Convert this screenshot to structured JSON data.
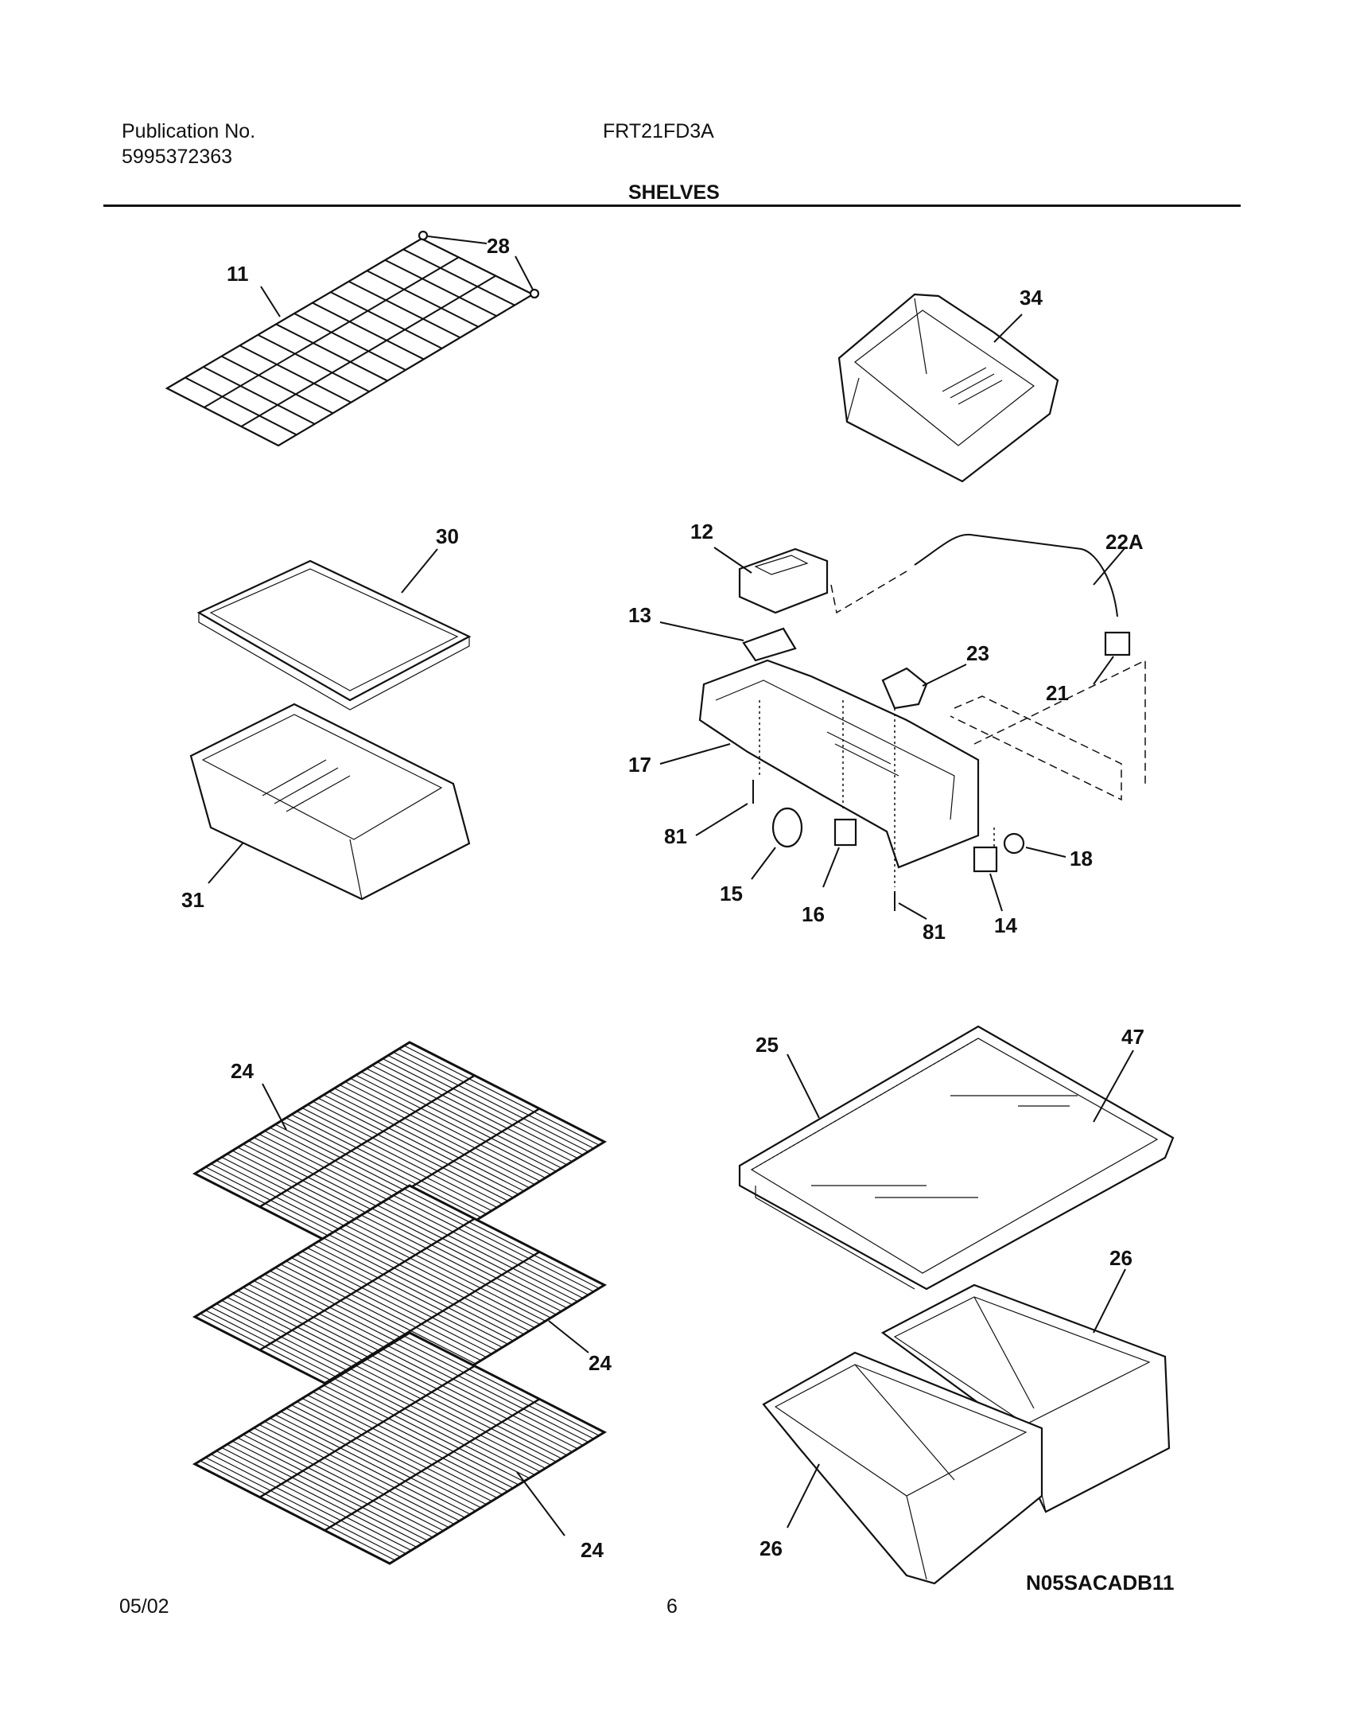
{
  "header": {
    "publication_label": "Publication No.",
    "publication_number": "5995372363",
    "model": "FRT21FD3A",
    "section_title": "SHELVES"
  },
  "footer": {
    "date": "05/02",
    "page_number": "6"
  },
  "diagram": {
    "code": "N05SACADB11",
    "callouts": [
      {
        "id": "c11",
        "label": "11"
      },
      {
        "id": "c28",
        "label": "28"
      },
      {
        "id": "c34",
        "label": "34"
      },
      {
        "id": "c30",
        "label": "30"
      },
      {
        "id": "c31",
        "label": "31"
      },
      {
        "id": "c12",
        "label": "12"
      },
      {
        "id": "c22A",
        "label": "22A"
      },
      {
        "id": "c13",
        "label": "13"
      },
      {
        "id": "c23",
        "label": "23"
      },
      {
        "id": "c21",
        "label": "21"
      },
      {
        "id": "c17",
        "label": "17"
      },
      {
        "id": "c81a",
        "label": "81"
      },
      {
        "id": "c18",
        "label": "18"
      },
      {
        "id": "c15",
        "label": "15"
      },
      {
        "id": "c16",
        "label": "16"
      },
      {
        "id": "c81b",
        "label": "81"
      },
      {
        "id": "c14",
        "label": "14"
      },
      {
        "id": "c24a",
        "label": "24"
      },
      {
        "id": "c24b",
        "label": "24"
      },
      {
        "id": "c24c",
        "label": "24"
      },
      {
        "id": "c25",
        "label": "25"
      },
      {
        "id": "c47",
        "label": "47"
      },
      {
        "id": "c26a",
        "label": "26"
      },
      {
        "id": "c26b",
        "label": "26"
      }
    ]
  }
}
